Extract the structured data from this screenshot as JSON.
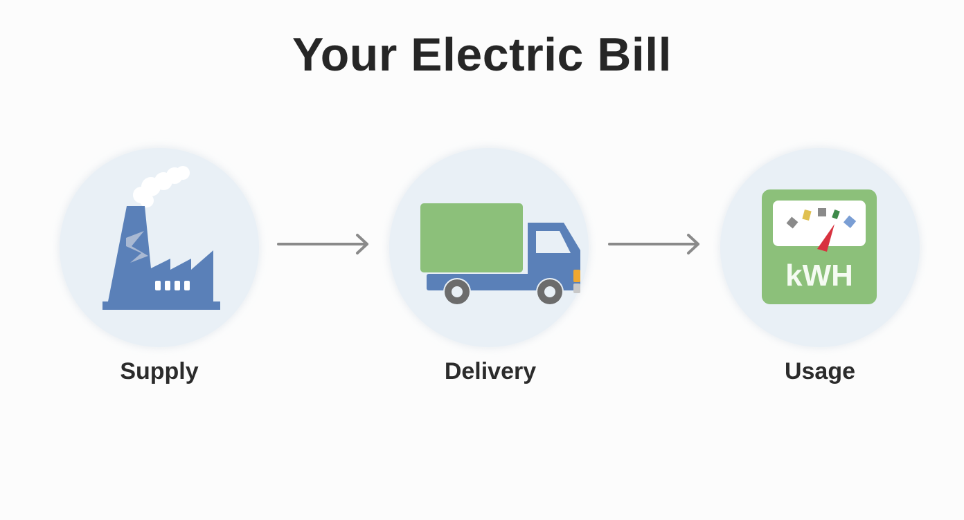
{
  "title": "Your Electric Bill",
  "steps": [
    {
      "label": "Supply",
      "icon": "factory-icon"
    },
    {
      "label": "Delivery",
      "icon": "truck-icon"
    },
    {
      "label": "Usage",
      "icon": "meter-icon",
      "meter_text": "kWH"
    }
  ],
  "colors": {
    "circle_bg": "#e9f0f6",
    "blue": "#5a80b8",
    "green": "#8cc07a",
    "arrow": "#8a8a8a",
    "needle": "#d8323f",
    "text": "#262626"
  }
}
